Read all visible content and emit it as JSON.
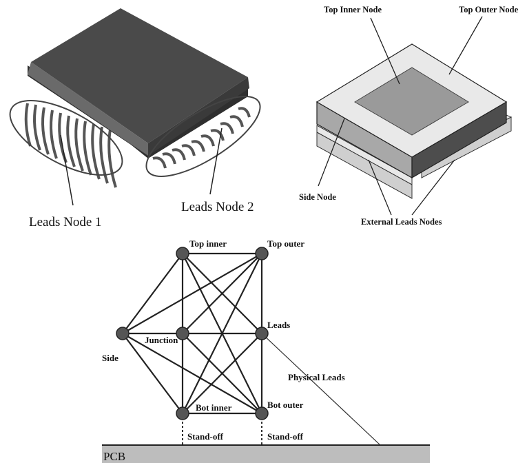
{
  "chip_illustration": {
    "leads_node_1": "Leads Node 1",
    "leads_node_2": "Leads Node 2"
  },
  "block_model": {
    "top_inner_node": "Top Inner Node",
    "top_outer_node": "Top Outer Node",
    "side_node": "Side Node",
    "external_leads_nodes": "External Leads Nodes"
  },
  "network": {
    "top_inner": "Top inner",
    "top_outer": "Top outer",
    "leads": "Leads",
    "side": "Side",
    "junction": "Junction",
    "physical_leads": "Physical Leads",
    "bot_inner": "Bot inner",
    "bot_outer": "Bot outer",
    "standoff_left": "Stand-off",
    "standoff_right": "Stand-off",
    "pcb": "PCB"
  },
  "colors": {
    "node_fill": "#555555",
    "chip_body": "#4a4a4a",
    "pcb": "#bdbdbd"
  }
}
